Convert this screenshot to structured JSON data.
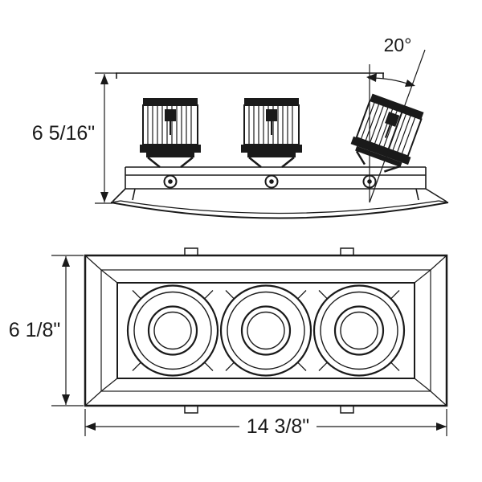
{
  "drawing": {
    "background_color": "#ffffff",
    "line_color": "#1a1a1a",
    "side_view": {
      "height_dimension": "6 5/16\"",
      "tilt_angle": "20°"
    },
    "plan_view": {
      "height_dimension": "6 1/8\"",
      "width_dimension": "14 3/8\""
    }
  }
}
